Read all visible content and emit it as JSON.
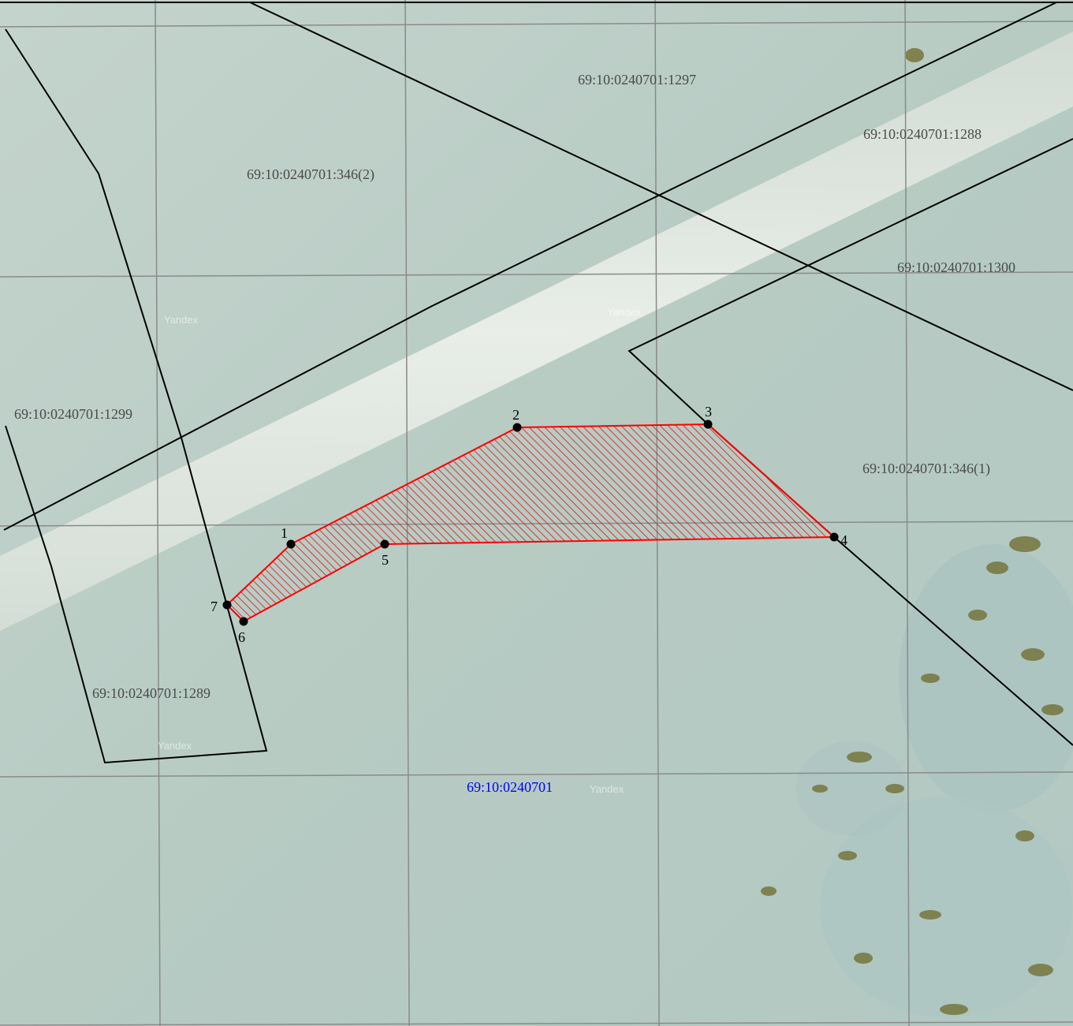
{
  "colors": {
    "aerial_base": "#b9cdc6",
    "road": "#e6ebe4",
    "grid": "#8a8a8a",
    "boundary": "#000000",
    "plot_outline": "#ff0000",
    "plot_hatch": "#e01010",
    "quarter_label": "#0000ff",
    "vegetation": "#6e6a2a"
  },
  "quarter": {
    "label": "69:10:0240701"
  },
  "parcels": [
    {
      "label": "69:10:0240701:1297"
    },
    {
      "label": "69:10:0240701:1288"
    },
    {
      "label": "69:10:0240701:346(2)"
    },
    {
      "label": "69:10:0240701:1300"
    },
    {
      "label": "69:10:0240701:1299"
    },
    {
      "label": "69:10:0240701:346(1)"
    },
    {
      "label": "69:10:0240701:1289"
    }
  ],
  "plot": {
    "points": [
      {
        "label": "1"
      },
      {
        "label": "2"
      },
      {
        "label": "3"
      },
      {
        "label": "4"
      },
      {
        "label": "5"
      },
      {
        "label": "6"
      },
      {
        "label": "7"
      }
    ]
  },
  "watermark": {
    "text": "Yandex"
  }
}
